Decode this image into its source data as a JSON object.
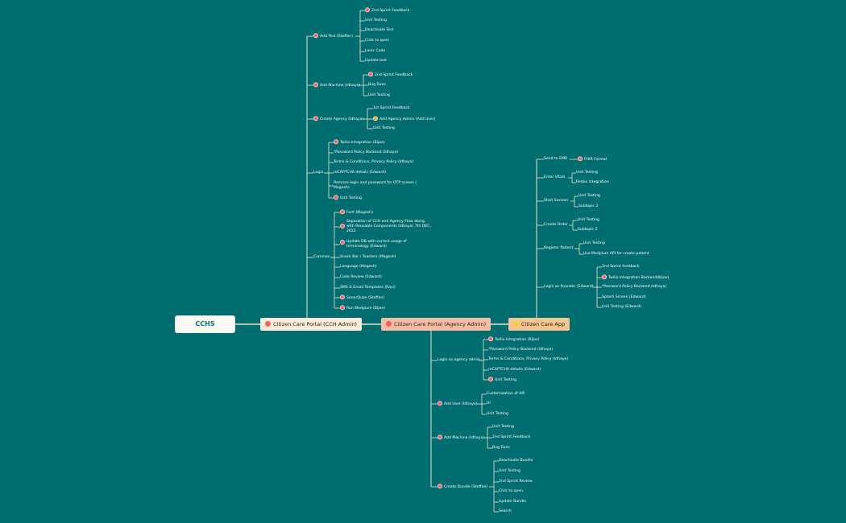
{
  "root": {
    "label": "CCHS"
  },
  "colors": {
    "background": "#006d70",
    "line": "#f1e2c8",
    "priority_icon": "#e8646a",
    "warning_icon": "#f0a030"
  },
  "main": {
    "cch_admin": {
      "label": "Citizen Care Portal (CCH Admin)",
      "icon": "priority-icon"
    },
    "agency_admin": {
      "label": "Citizen Care Portal (Agency Admin)",
      "icon": "priority-icon"
    },
    "app": {
      "label": "Citizen Care App",
      "icon": "warning-icon"
    }
  },
  "cch_admin": {
    "add_test": {
      "label": "Add Test (Steffan)",
      "items": [
        "2nd Sprint Feedback",
        "Unit Testing",
        "Deactivate Test",
        "Click to open",
        "Lonic Code",
        "Update test"
      ]
    },
    "add_machine": {
      "label": "Add Machine (Idhaya)",
      "items": [
        "2nd Sprint Feedback",
        "Bug Fixes",
        "Unit Testing"
      ]
    },
    "create_agency": {
      "label": "Create Agency (Idhaya)",
      "items": [
        "1st Sprint Feedback",
        "Add Agency Admin (Add User)",
        "Unit Testing"
      ]
    },
    "login": {
      "label": "Login",
      "items": [
        "Twilio Integration (Bijoe)",
        "*Password Policy Backend (Idhaya)",
        "Terms & Conditions, Privacy Policy (Idhaya)",
        "reCAPTCHA details (Edward)",
        "Remove login and password for OTP screen ( Magesh)",
        "Unit Testing"
      ]
    },
    "common": {
      "label": "Common",
      "items": [
        "Font (Magesh)",
        "Separation of CCH and Agency Flow along with Reusable Components (Idhaya) 7th DEC, 2022",
        "Update DB with correct usage of terminology (Edward)",
        "Snack Bar / Toasters (Magesh)",
        "Language (Magesh)",
        "Code Review (Edward)",
        "SMS & Email Templates (Ravi)",
        "SonarQube (Steffan)",
        "Run Medplum (Bijoe)"
      ]
    }
  },
  "agency_admin": {
    "login": {
      "label": "Login as agency admin",
      "items": [
        "Twilio Integration (Bijoe)",
        "*Password Policy Backend (Idhaya)",
        "Terms & Conditions, Privacy Policy (Idhaya)",
        "reCAPTCHA details (Edward)",
        "Unit Testing"
      ]
    },
    "add_user": {
      "label": "Add User (Idhaya)",
      "items": [
        "Customization of API",
        "UI",
        "Unit Testing"
      ]
    },
    "add_machine": {
      "label": "Add Machine (Idhaya)",
      "items": [
        "Unit Testing",
        "2nd Sprint Feedback",
        "Bug Fixes"
      ]
    },
    "create_bundle": {
      "label": "Create Bundle (Steffan)",
      "items": [
        "Deactivate Bundle",
        "Unit Testing",
        "2nd Sprint Review",
        "Click to open",
        "Update Bundle",
        "Search"
      ]
    }
  },
  "app": {
    "send_emr": {
      "label": "Send to EMR",
      "items": [
        "FHIR Format"
      ]
    },
    "enter_vitals": {
      "label": "Enter Vitals",
      "items": [
        "Unit Testing",
        "Redox integration"
      ]
    },
    "start_session": {
      "label": "Start Session",
      "items": [
        "Unit Testing",
        "Subtopic 2"
      ]
    },
    "create_order": {
      "label": "Create Order",
      "items": [
        "Unit Testing",
        "Subtopic 2"
      ]
    },
    "register_patient": {
      "label": "Register Patient",
      "items": [
        "Unit Testing",
        "Use Medplum API for create patient"
      ]
    },
    "login_provider": {
      "label": "Login as Provider (Edward)",
      "items": [
        "2nd Sprint feedback",
        "Twilio Integration Backend(Bijoe)",
        "*Password Policy Backend (Idhaya)",
        "Splash Screen (Edward)",
        "Unit Testing (Edward)"
      ]
    }
  }
}
